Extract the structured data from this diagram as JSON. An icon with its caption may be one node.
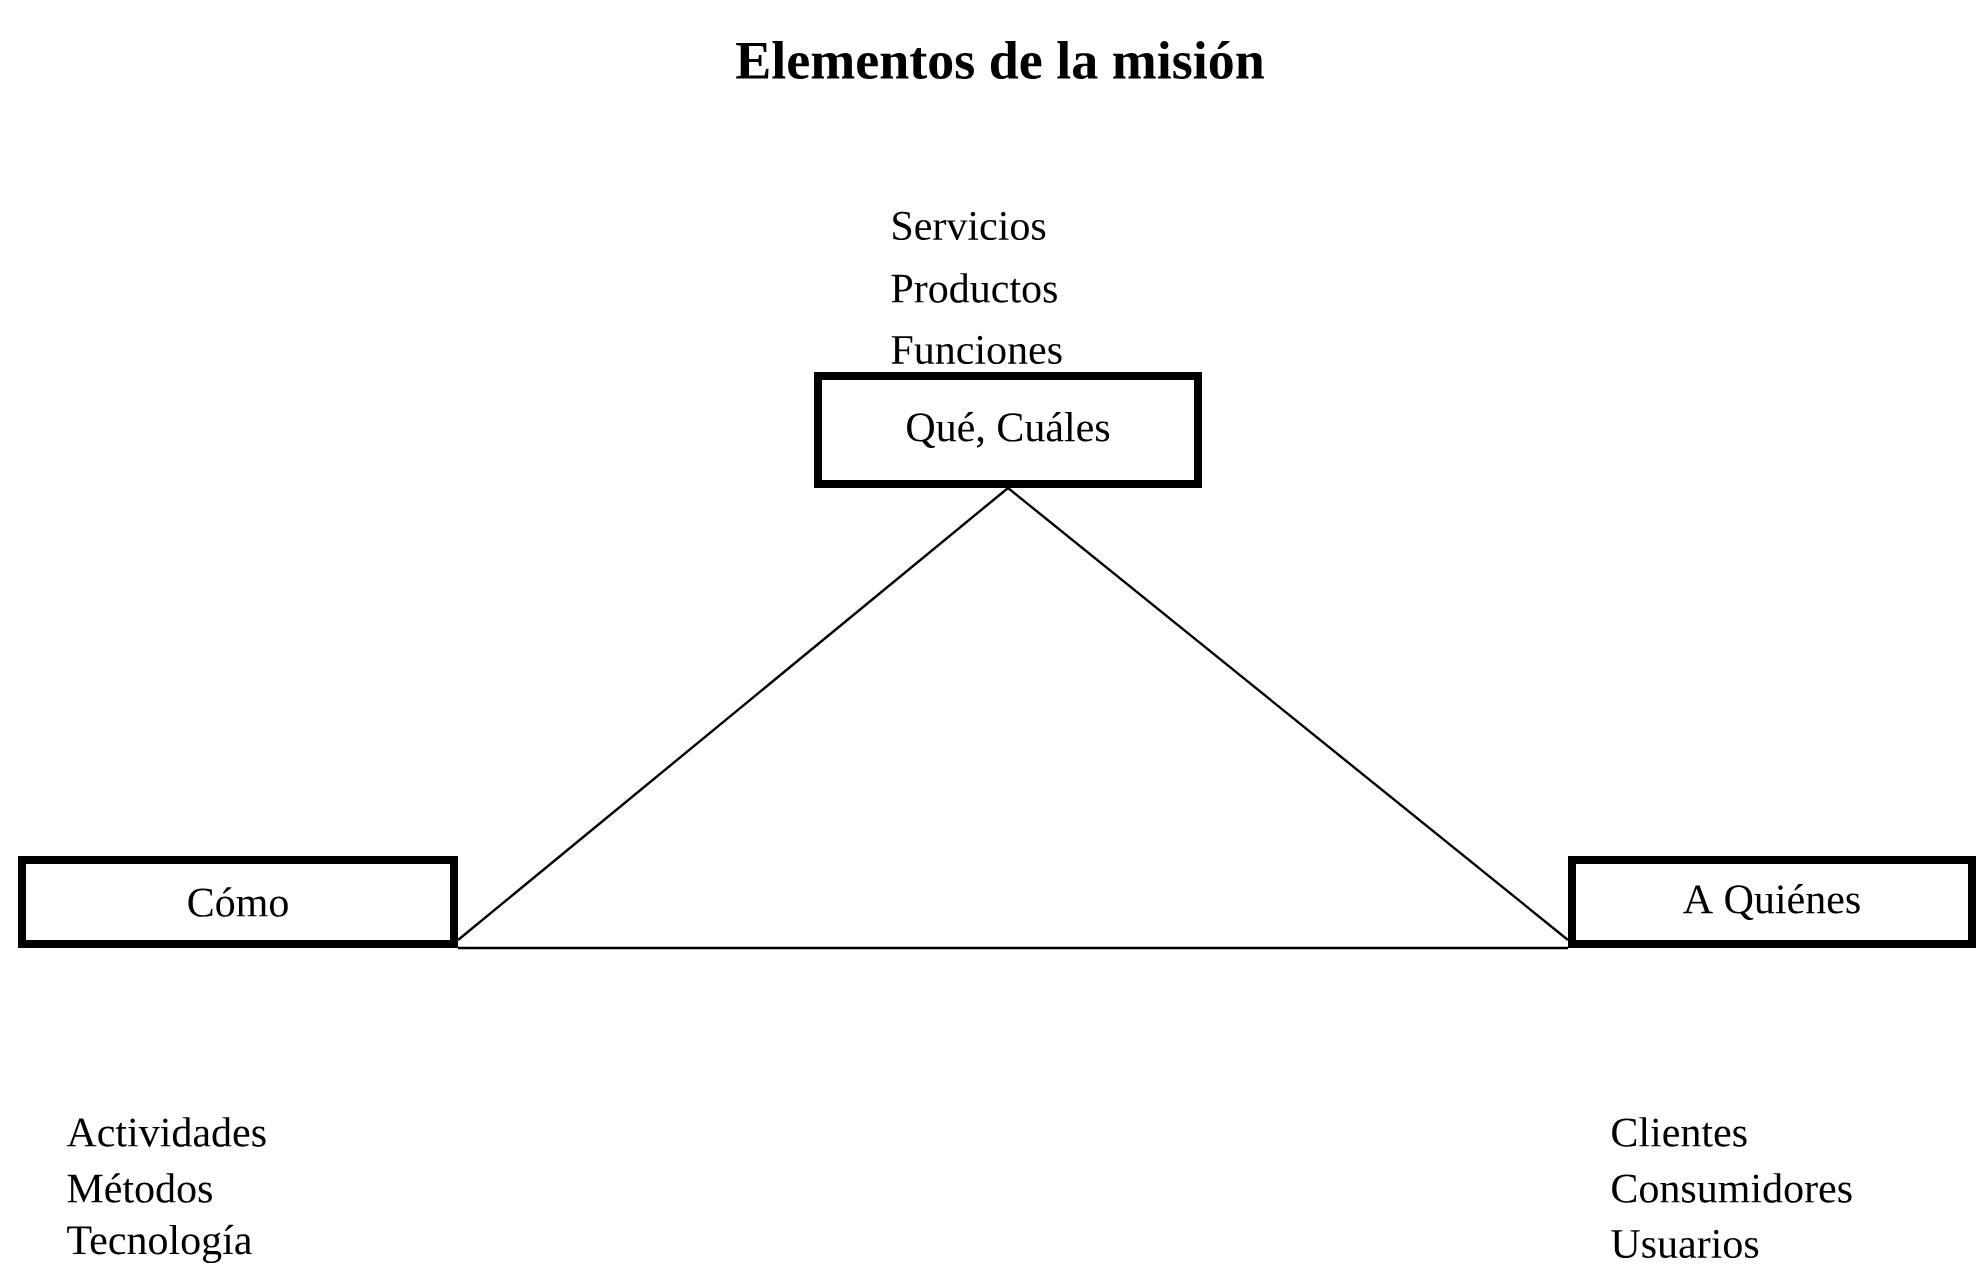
{
  "diagram": {
    "title": "Elementos de la misión",
    "nodes": [
      {
        "text": [
          "Qué, Cuáles"
        ],
        "beside": [
          "Servicios",
          "Productos",
          "Funciones"
        ]
      },
      {
        "text": [
          "Cómo"
        ],
        "beside": [
          "Actividades",
          "Métodos",
          "Tecnología"
        ]
      },
      {
        "text": [
          "A Quiénes"
        ],
        "beside": [
          "Clientes",
          "Consumidores",
          "Usuarios"
        ]
      }
    ],
    "edges": [
      {
        "from": 0,
        "to": 1,
        "arrow": "none"
      },
      {
        "from": 0,
        "to": 2,
        "arrow": "none"
      },
      {
        "from": 1,
        "to": 2,
        "arrow": "none"
      }
    ]
  }
}
